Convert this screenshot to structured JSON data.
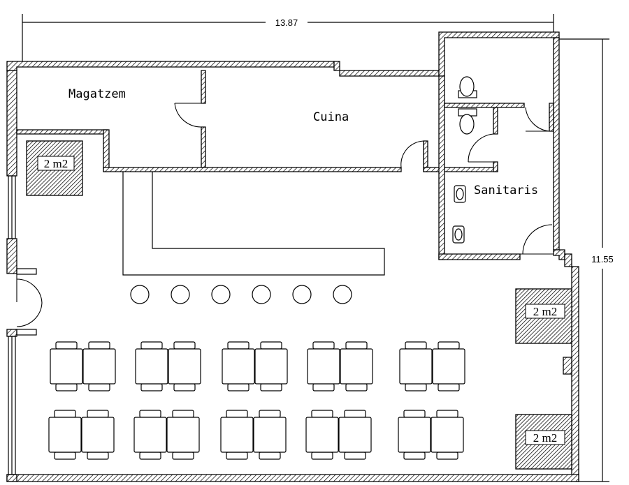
{
  "dimensions": {
    "width_label": "13.87",
    "height_label": "11.55"
  },
  "rooms": {
    "store": "Magatzem",
    "kitchen": "Cuina",
    "toilets": "Sanitaris"
  },
  "columns": [
    {
      "label": "2 m2"
    },
    {
      "label": "2 m2"
    },
    {
      "label": "2 m2"
    }
  ],
  "counts": {
    "bar_stools": 6,
    "table_rows": 2,
    "table_columns": 5,
    "tables_per_group": 2
  }
}
